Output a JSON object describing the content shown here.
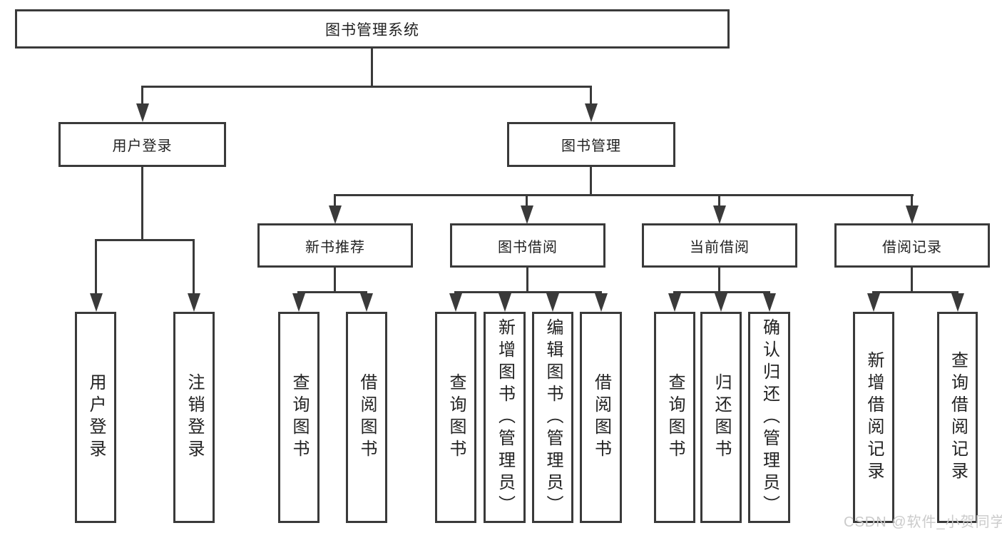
{
  "tree": {
    "root": "图书管理系统",
    "level2": [
      "用户登录",
      "图书管理"
    ],
    "level3": [
      "新书推荐",
      "图书借阅",
      "当前借阅",
      "借阅记录"
    ],
    "leaves_user_login": [
      "用户登录",
      "注销登录"
    ],
    "leaves_new_book": [
      "查询图书",
      "借阅图书"
    ],
    "leaves_book_borrow": [
      "查询图书",
      "新增图书（管理员）",
      "编辑图书（管理员）",
      "借阅图书"
    ],
    "leaves_current_borrow": [
      "查询图书",
      "归还图书",
      "确认归还（管理员）"
    ],
    "leaves_borrow_record": [
      "新增借阅记录",
      "查询借阅记录"
    ]
  },
  "watermark": "CSDN @软件_小贺同学",
  "colors": {
    "line": "#3a3a3a",
    "text": "#222222",
    "background": "#ffffff",
    "watermark": "#cbcbcb"
  }
}
